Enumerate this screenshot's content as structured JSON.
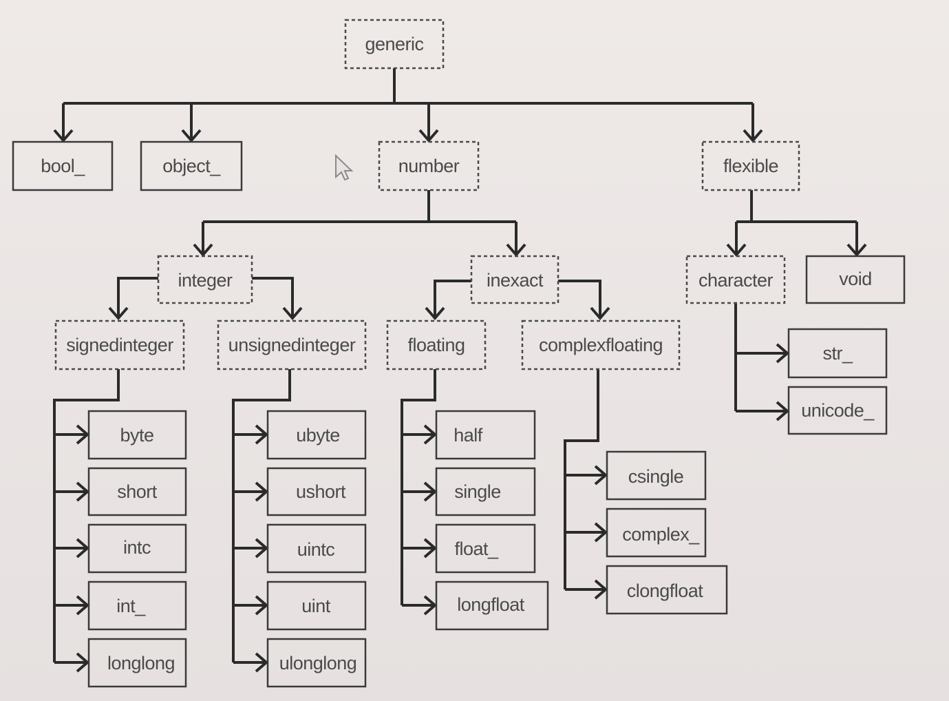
{
  "nodes": {
    "generic": {
      "label": "generic",
      "kind": "abstract"
    },
    "bool": {
      "label": "bool_",
      "kind": "concrete"
    },
    "object": {
      "label": "object_",
      "kind": "concrete"
    },
    "number": {
      "label": "number",
      "kind": "abstract"
    },
    "flexible": {
      "label": "flexible",
      "kind": "abstract"
    },
    "integer": {
      "label": "integer",
      "kind": "abstract"
    },
    "inexact": {
      "label": "inexact",
      "kind": "abstract"
    },
    "character": {
      "label": "character",
      "kind": "abstract"
    },
    "void": {
      "label": "void",
      "kind": "concrete"
    },
    "signedinteger": {
      "label": "signedinteger",
      "kind": "abstract"
    },
    "unsignedinteger": {
      "label": "unsignedinteger",
      "kind": "abstract"
    },
    "floating": {
      "label": "floating",
      "kind": "abstract"
    },
    "complexfloating": {
      "label": "complexfloating",
      "kind": "abstract"
    },
    "str": {
      "label": "str_",
      "kind": "concrete"
    },
    "unicode": {
      "label": "unicode_",
      "kind": "concrete"
    },
    "byte": {
      "label": "byte",
      "kind": "concrete"
    },
    "short": {
      "label": "short",
      "kind": "concrete"
    },
    "intc": {
      "label": "intc",
      "kind": "concrete"
    },
    "int": {
      "label": "int_",
      "kind": "concrete"
    },
    "longlong": {
      "label": "longlong",
      "kind": "concrete"
    },
    "ubyte": {
      "label": "ubyte",
      "kind": "concrete"
    },
    "ushort": {
      "label": "ushort",
      "kind": "concrete"
    },
    "uintc": {
      "label": "uintc",
      "kind": "concrete"
    },
    "uint": {
      "label": "uint",
      "kind": "concrete"
    },
    "ulonglong": {
      "label": "ulonglong",
      "kind": "concrete"
    },
    "half": {
      "label": "half",
      "kind": "concrete"
    },
    "single": {
      "label": "single",
      "kind": "concrete"
    },
    "float": {
      "label": "float_",
      "kind": "concrete"
    },
    "longfloat": {
      "label": "longfloat",
      "kind": "concrete"
    },
    "csingle": {
      "label": "csingle",
      "kind": "concrete"
    },
    "complex": {
      "label": "complex_",
      "kind": "concrete"
    },
    "clongfloat": {
      "label": "clongfloat",
      "kind": "concrete"
    }
  },
  "edges": [
    [
      "generic",
      "bool"
    ],
    [
      "generic",
      "object"
    ],
    [
      "generic",
      "number"
    ],
    [
      "generic",
      "flexible"
    ],
    [
      "number",
      "integer"
    ],
    [
      "number",
      "inexact"
    ],
    [
      "flexible",
      "character"
    ],
    [
      "flexible",
      "void"
    ],
    [
      "integer",
      "signedinteger"
    ],
    [
      "integer",
      "unsignedinteger"
    ],
    [
      "inexact",
      "floating"
    ],
    [
      "inexact",
      "complexfloating"
    ],
    [
      "character",
      "str"
    ],
    [
      "character",
      "unicode"
    ],
    [
      "signedinteger",
      "byte"
    ],
    [
      "signedinteger",
      "short"
    ],
    [
      "signedinteger",
      "intc"
    ],
    [
      "signedinteger",
      "int"
    ],
    [
      "signedinteger",
      "longlong"
    ],
    [
      "unsignedinteger",
      "ubyte"
    ],
    [
      "unsignedinteger",
      "ushort"
    ],
    [
      "unsignedinteger",
      "uintc"
    ],
    [
      "unsignedinteger",
      "uint"
    ],
    [
      "unsignedinteger",
      "ulonglong"
    ],
    [
      "floating",
      "half"
    ],
    [
      "floating",
      "single"
    ],
    [
      "floating",
      "float"
    ],
    [
      "floating",
      "longfloat"
    ],
    [
      "complexfloating",
      "csingle"
    ],
    [
      "complexfloating",
      "complex"
    ],
    [
      "complexfloating",
      "clongfloat"
    ]
  ]
}
